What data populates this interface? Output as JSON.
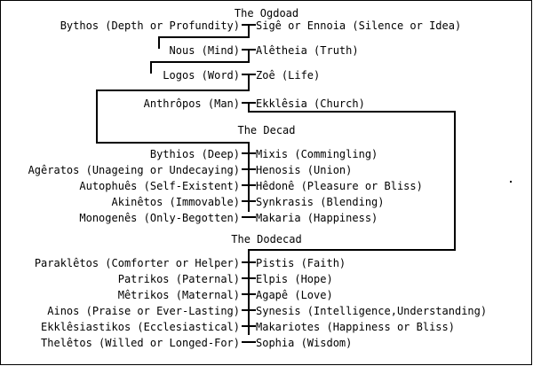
{
  "diagram": {
    "title_visible": false,
    "sections": [
      {
        "id": "ogdoad",
        "heading": "The Ogdoad",
        "pairs": [
          {
            "left": "Bythos (Depth or Profundity)",
            "right": "Sigê or Ennoia (Silence or Idea)"
          },
          {
            "left": "Nous (Mind)",
            "right": "Alêtheia (Truth)"
          },
          {
            "left": "Logos (Word)",
            "right": "Zoê (Life)"
          },
          {
            "left": "Anthrôpos (Man)",
            "right": "Ekklêsia (Church)"
          }
        ]
      },
      {
        "id": "decad",
        "heading": "The Decad",
        "pairs": [
          {
            "left": "Bythios (Deep)",
            "right": "Mixis (Commingling)"
          },
          {
            "left": "Agêratos (Unageing or Undecaying)",
            "right": "Henosis (Union)"
          },
          {
            "left": "Autophuês (Self-Existent)",
            "right": "Hêdonê (Pleasure or Bliss)"
          },
          {
            "left": "Akinêtos (Immovable)",
            "right": "Synkrasis (Blending)"
          },
          {
            "left": "Monogenês (Only-Begotten)",
            "right": "Makaria (Happiness)"
          }
        ]
      },
      {
        "id": "dodecad",
        "heading": "The Dodecad",
        "pairs": [
          {
            "left": "Paraklêtos (Comforter or Helper)",
            "right": "Pistis (Faith)"
          },
          {
            "left": "Patrikos (Paternal)",
            "right": "Elpis (Hope)"
          },
          {
            "left": "Mêtrikos (Maternal)",
            "right": "Agapê (Love)"
          },
          {
            "left": "Ainos (Praise or Ever-Lasting)",
            "right": "Synesis (Intelligence,Understanding)"
          },
          {
            "left": "Ekklêsiastikos (Ecclesiastical)",
            "right": "Makariotes (Happiness or Bliss)"
          },
          {
            "left": "Thelêtos (Willed or Longed-For)",
            "right": "Sophia (Wisdom)"
          }
        ]
      }
    ]
  },
  "colors": {
    "ink": "#000000",
    "background": "#ffffff"
  }
}
